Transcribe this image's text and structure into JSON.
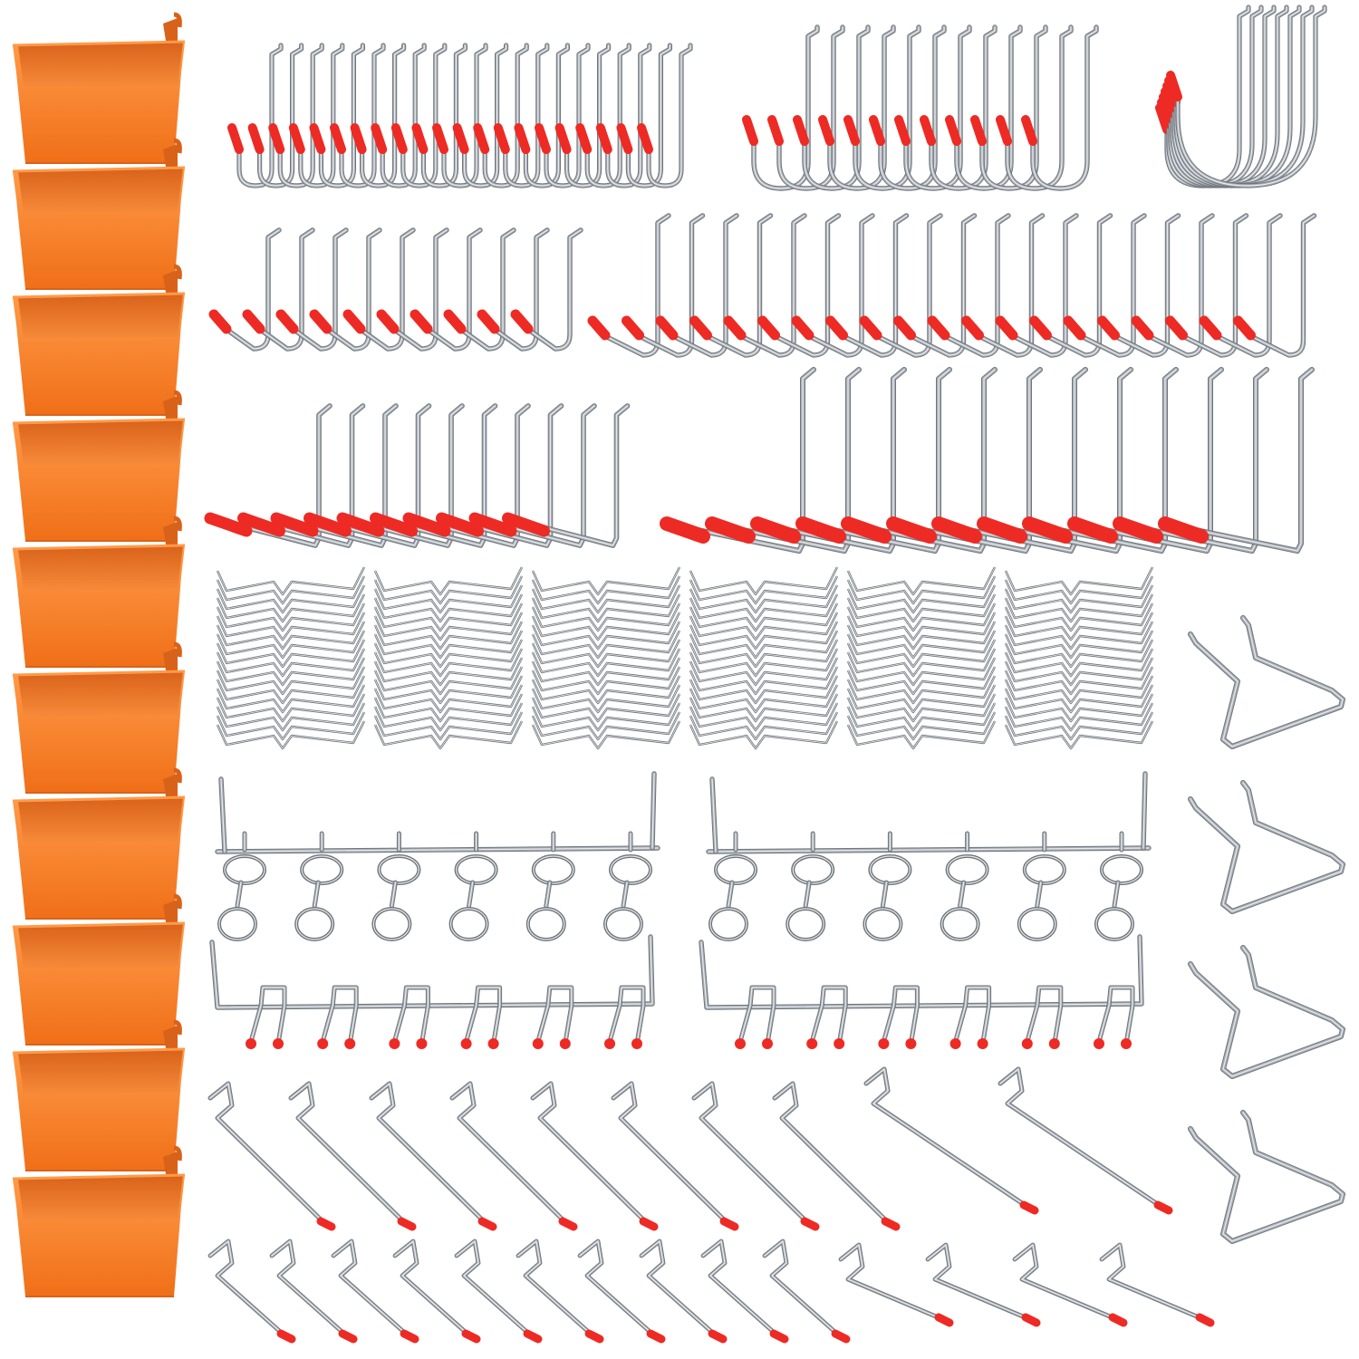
{
  "colors": {
    "background": "#ffffff",
    "bin_orange": "#f47a22",
    "bin_orange_dark": "#d9621a",
    "bin_orange_light": "#ff9a48",
    "steel": "#a8aeb4",
    "steel_dark": "#6f757b",
    "steel_light": "#e6eaee",
    "tip_red": "#ee2a24"
  },
  "items": {
    "storage_bins": 10,
    "j_hooks_small": 21,
    "j_hooks_medium": 12,
    "j_hooks_large": 7,
    "curved_hooks_short": 10,
    "curved_hooks_long": 20,
    "l_hooks_short": 10,
    "l_hooks_long": 12,
    "locking_clip_bundles": 6,
    "ring_hook_racks": 2,
    "double_prong_racks": 2,
    "angled_hooks_long": 10,
    "angled_hooks_short": 14,
    "loop_holders": 4
  }
}
